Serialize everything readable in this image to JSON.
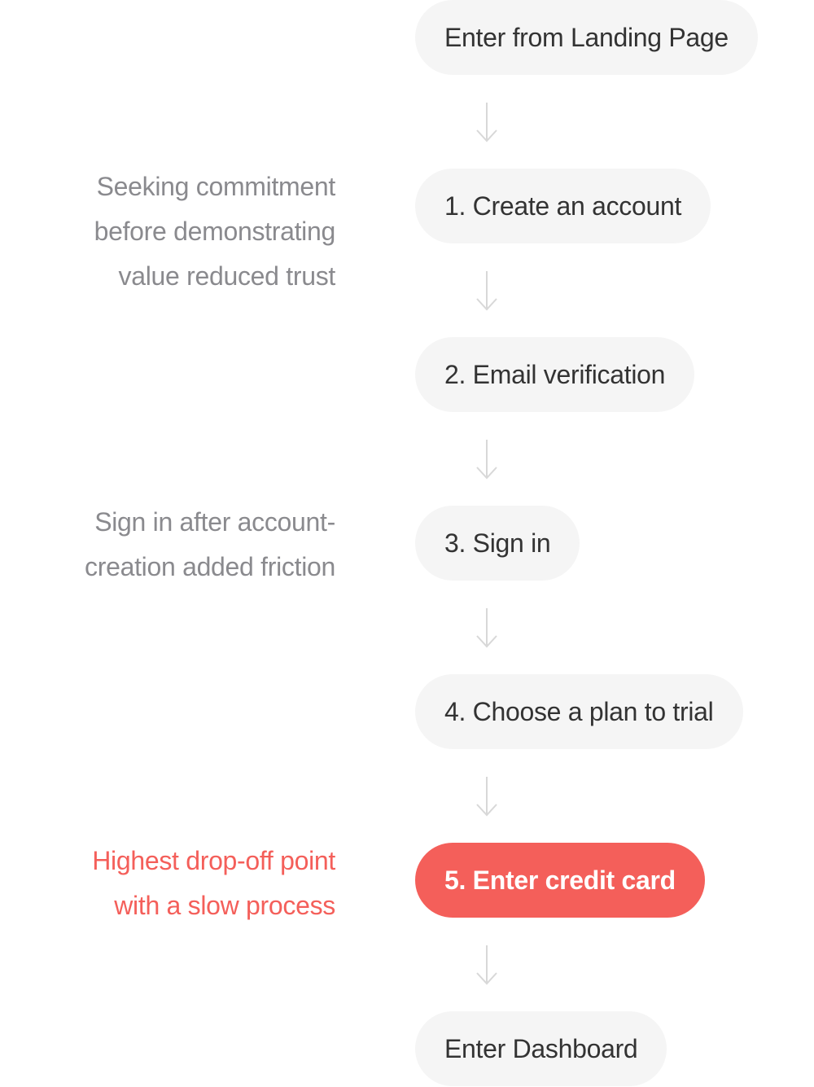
{
  "flow": {
    "steps": [
      {
        "label": "Enter from Landing Page"
      },
      {
        "label": "1. Create an account"
      },
      {
        "label": "2. Email verification"
      },
      {
        "label": "3. Sign in"
      },
      {
        "label": "4. Choose a plan to trial"
      },
      {
        "label": "5. Enter credit card"
      },
      {
        "label": "Enter Dashboard"
      }
    ],
    "highlight_color": "#f45f5a",
    "pill_color": "#f5f5f5",
    "arrow_color": "#d8d8d8"
  },
  "notes": [
    {
      "lines": [
        "Seeking commitment",
        "before demonstrating",
        "value reduced trust"
      ],
      "color": "#8a8a8e"
    },
    {
      "lines": [
        "Sign in after account-",
        "creation added friction"
      ],
      "color": "#8a8a8e"
    },
    {
      "lines": [
        "Highest drop-off point",
        "with a slow process"
      ],
      "color": "#f45f5a"
    }
  ]
}
